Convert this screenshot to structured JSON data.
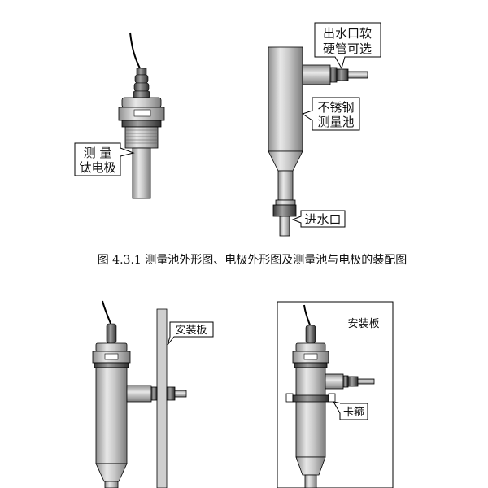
{
  "figure_caption": "图 4.3.1   测量池外形图、电极外形图及测量池与电极的装配图",
  "callouts": {
    "electrode_line1": "测 量",
    "electrode_line2": "钛电极",
    "outlet_line1": "出水口软",
    "outlet_line2": "硬管可选",
    "steel_line1": "不锈钢",
    "steel_line2": "测量池",
    "inlet": "进水口",
    "mount_plate_left": "安装板",
    "mount_plate_right": "安装板",
    "clamp": "卡箍"
  },
  "colors": {
    "body_light": "#e6e6e6",
    "body_dark": "#8a8a8a",
    "outline": "#000000",
    "background": "#ffffff"
  }
}
